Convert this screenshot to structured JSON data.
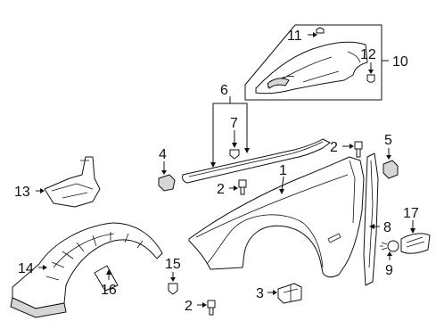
{
  "callouts": {
    "c1": "1",
    "c2a": "2",
    "c2b": "2",
    "c2c": "2",
    "c3": "3",
    "c4": "4",
    "c5": "5",
    "c6": "6",
    "c7": "7",
    "c8": "8",
    "c9": "9",
    "c10": "10",
    "c11": "11",
    "c12": "12",
    "c13": "13",
    "c14": "14",
    "c15": "15",
    "c16": "16",
    "c17": "17"
  }
}
